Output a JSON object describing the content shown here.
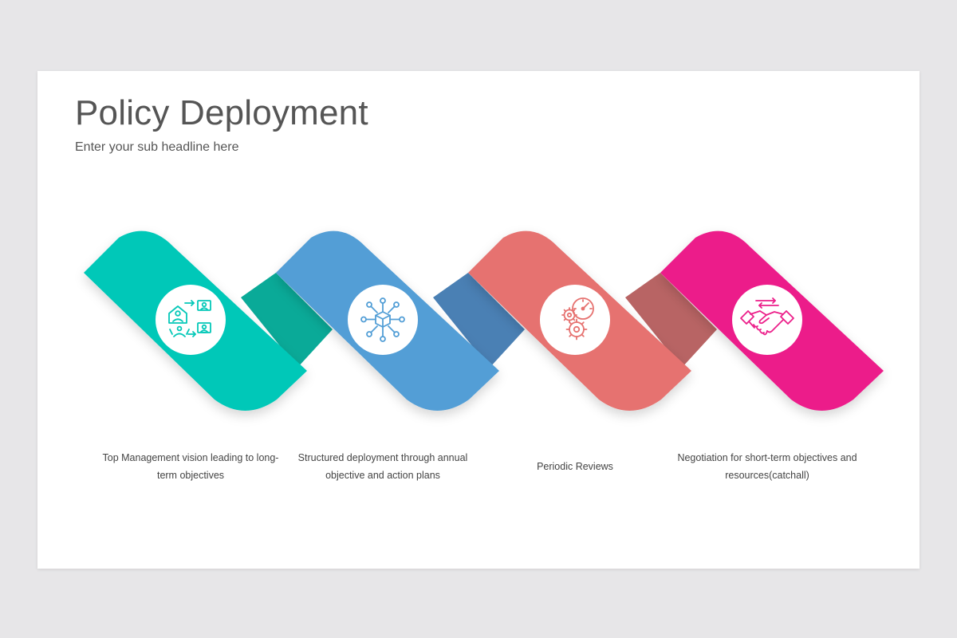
{
  "slide": {
    "title": "Policy Deployment",
    "subtitle": "Enter your sub headline here"
  },
  "steps": [
    {
      "caption": "Top Management vision leading to long-term objectives",
      "color": "#04c8b8",
      "icon": "people-network-icon"
    },
    {
      "caption": "Structured deployment through annual objective and action plans",
      "color": "#529ed6",
      "icon": "cube-network-icon"
    },
    {
      "caption": "Periodic Reviews",
      "color": "#e67270",
      "icon": "gears-gauge-icon"
    },
    {
      "caption": "Negotiation for short-term objectives and resources(catchall)",
      "color": "#ec1f8a",
      "icon": "handshake-icon"
    }
  ],
  "connector_colors": [
    "#0aaa98",
    "#4a80b4",
    "#b86464"
  ]
}
